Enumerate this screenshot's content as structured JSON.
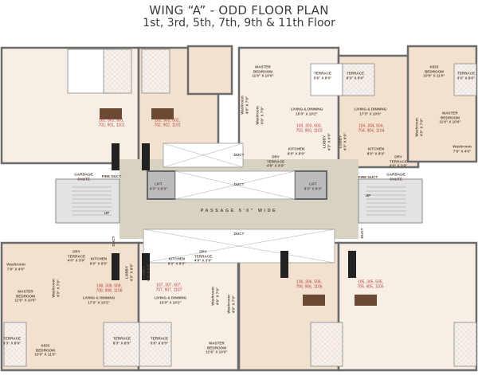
{
  "title": {
    "line1": "WING “A” - ODD FLOOR PLAN",
    "line2": "1st, 3rd, 5th, 7th, 9th & 11th Floor"
  },
  "colors": {
    "unit_fill": "#f4e4d4",
    "unit_fill_light": "#f8efe6",
    "wall": "#6b6b6b",
    "core_fill": "#d8d2c2",
    "unit_number": "#b5403a"
  },
  "labels": [
    {
      "name": "unit-numbers-101",
      "kind": "unit",
      "lines": [
        "101, 301, 501,",
        "701, 901, 1101"
      ]
    },
    {
      "name": "unit-numbers-102",
      "kind": "unit",
      "lines": [
        "102, 302, 502,",
        "702, 902, 1102"
      ]
    },
    {
      "name": "master-bedroom-label",
      "kind": "room",
      "lines": [
        "MASTER",
        "BEDROOM",
        "11'6\" X 10'0\""
      ]
    },
    {
      "name": "washroom-label",
      "kind": "vert",
      "lines": [
        "Washroom",
        "4'0\" X 7'0\""
      ]
    },
    {
      "name": "washroom-label",
      "kind": "vert",
      "lines": [
        "Washroom",
        "4'0\" X 7'0\""
      ]
    },
    {
      "name": "terrace-label",
      "kind": "room",
      "lines": [
        "TERRACE",
        "5'6\" X 8'0\""
      ]
    },
    {
      "name": "terrace-label",
      "kind": "room",
      "lines": [
        "TERRACE",
        "8'3\" X 8'0\""
      ]
    },
    {
      "name": "living-dinning-label",
      "kind": "room",
      "lines": [
        "LIVING & DINNING",
        "15'0\" X 10'2\""
      ]
    },
    {
      "name": "unit-numbers-103",
      "kind": "unit",
      "lines": [
        "103, 303, 503,",
        "703, 903, 1103"
      ]
    },
    {
      "name": "living-dinning-label",
      "kind": "room",
      "lines": [
        "LIVING & DINNING",
        "17'3\" X 10'0\""
      ]
    },
    {
      "name": "unit-numbers-104",
      "kind": "unit",
      "lines": [
        "104, 304, 504,",
        "704, 904, 1104"
      ]
    },
    {
      "name": "lobby-label",
      "kind": "vert",
      "lines": [
        "LOBBY",
        "4'3\" X 6'0\""
      ]
    },
    {
      "name": "lobby-label",
      "kind": "vert",
      "lines": [
        "LOBBY",
        "4'3\" X 6'0\""
      ]
    },
    {
      "name": "kids-bedroom-label",
      "kind": "room",
      "lines": [
        "KIDS",
        "BEDROOM",
        "10'0\" X 11'0\""
      ]
    },
    {
      "name": "terrace-label",
      "kind": "room",
      "lines": [
        "TERRACE",
        "3'3\" X 8'0\""
      ]
    },
    {
      "name": "master-bedroom-label",
      "kind": "room",
      "lines": [
        "MASTER",
        "BEDROOM",
        "11'6\" X 10'6\""
      ]
    },
    {
      "name": "washroom-label",
      "kind": "vert",
      "lines": [
        "Washroom",
        "4'3\" X 7'0\""
      ]
    },
    {
      "name": "washroom-label",
      "kind": "room",
      "lines": [
        "Washroom",
        "7'9\" X 4'0\""
      ]
    },
    {
      "name": "kitchen-label",
      "kind": "room",
      "lines": [
        "KITCHEN",
        "8'0\" X 8'0\""
      ]
    },
    {
      "name": "kitchen-label",
      "kind": "room",
      "lines": [
        "KITCHEN",
        "8'0\" X 8'0\""
      ]
    },
    {
      "name": "dry-terrace-label",
      "kind": "room",
      "lines": [
        "DRY",
        "TERRACE",
        "4'8\" X 3'9\""
      ]
    },
    {
      "name": "dry-terrace-label",
      "kind": "room",
      "lines": [
        "DRY",
        "TERRACE",
        "4'0\" X 3'9\""
      ]
    },
    {
      "name": "garbage-chute-label",
      "kind": "room",
      "lines": [
        "GARBAGE",
        "CHUTE"
      ]
    },
    {
      "name": "fire-duct-label",
      "kind": "room",
      "lines": [
        "FIRE DUCT"
      ]
    },
    {
      "name": "fire-duct-label",
      "kind": "room",
      "lines": [
        "FIRE DUCT"
      ]
    },
    {
      "name": "garbage-chute-label",
      "kind": "room",
      "lines": [
        "GARBAGE",
        "CHUTE"
      ]
    },
    {
      "name": "lift-label",
      "kind": "room",
      "lines": [
        "LIFT",
        "6'3\" X 6'3\""
      ]
    },
    {
      "name": "lift-label",
      "kind": "room",
      "lines": [
        "LIFT",
        "8'3\" X 6'3\""
      ]
    },
    {
      "name": "duct-label",
      "kind": "room",
      "lines": [
        "DUCT"
      ]
    },
    {
      "name": "duct-label",
      "kind": "room",
      "lines": [
        "DUCT"
      ]
    },
    {
      "name": "stair-up-label",
      "kind": "room",
      "lines": [
        "UP"
      ]
    },
    {
      "name": "stair-up-label",
      "kind": "room",
      "lines": [
        "UP"
      ]
    },
    {
      "name": "passage-label",
      "kind": "passage",
      "lines": [
        "PASSAGE 5'0\" WIDE"
      ]
    },
    {
      "name": "duct-label",
      "kind": "room",
      "lines": [
        "DUCT"
      ]
    },
    {
      "name": "duct-label",
      "kind": "vert",
      "lines": [
        "DUCT"
      ]
    },
    {
      "name": "duct-label",
      "kind": "vert",
      "lines": [
        "DUCT"
      ]
    },
    {
      "name": "dry-terrace-label",
      "kind": "room",
      "lines": [
        "DRY",
        "TERRACE",
        "4'0\" X 3'9\""
      ]
    },
    {
      "name": "kitchen-label",
      "kind": "room",
      "lines": [
        "KITCHEN",
        "8'0\" X 8'0\""
      ]
    },
    {
      "name": "lobby-label",
      "kind": "vert",
      "lines": [
        "LOBBY",
        "4'3\" X 6'0\""
      ]
    },
    {
      "name": "lobby-label",
      "kind": "vert",
      "lines": [
        "LOBBY",
        "4'3\" X 6'0\""
      ]
    },
    {
      "name": "unit-numbers-108",
      "kind": "unit",
      "lines": [
        "108, 308, 508,",
        "708, 908, 1108"
      ]
    },
    {
      "name": "washroom-label",
      "kind": "room",
      "lines": [
        "Washroom",
        "7'9\" X 4'0\""
      ]
    },
    {
      "name": "master-bedroom-label",
      "kind": "room",
      "lines": [
        "MASTER",
        "BEDROOM",
        "11'6\" X 10'6\""
      ]
    },
    {
      "name": "washroom-label",
      "kind": "vert",
      "lines": [
        "Washroom",
        "4'3\" X 7'0\""
      ]
    },
    {
      "name": "living-dinning-label",
      "kind": "room",
      "lines": [
        "LIVING & DINNING",
        "17'3\" X 10'2\""
      ]
    },
    {
      "name": "unit-numbers-107",
      "kind": "unit",
      "lines": [
        "107, 307, 507,",
        "707, 907, 1107"
      ]
    },
    {
      "name": "living-dinning-label",
      "kind": "room",
      "lines": [
        "LIVING & DINNING",
        "15'0\" X 10'2\""
      ]
    },
    {
      "name": "kitchen-label",
      "kind": "room",
      "lines": [
        "KITCHEN",
        "8'0\" X 8'0\""
      ]
    },
    {
      "name": "dry-terrace-label",
      "kind": "room",
      "lines": [
        "DRY",
        "TERRACE",
        "4'0\" X 3'9\""
      ]
    },
    {
      "name": "washroom-label",
      "kind": "vert",
      "lines": [
        "Washroom",
        "4'0\" X 7'0\""
      ]
    },
    {
      "name": "washroom-label",
      "kind": "vert",
      "lines": [
        "Washroom",
        "4'0\" X 7'0\""
      ]
    },
    {
      "name": "terrace-label",
      "kind": "room",
      "lines": [
        "TERRACE",
        "3'3\" X 8'0\""
      ]
    },
    {
      "name": "kids-bedroom-label",
      "kind": "room",
      "lines": [
        "KIDS",
        "BEDROOM",
        "10'0\" X 11'0\""
      ]
    },
    {
      "name": "terrace-label",
      "kind": "room",
      "lines": [
        "TERRACE",
        "8'3\" X 8'0\""
      ]
    },
    {
      "name": "terrace-label",
      "kind": "room",
      "lines": [
        "TERRACE",
        "5'6\" X 8'0\""
      ]
    },
    {
      "name": "master-bedroom-label",
      "kind": "room",
      "lines": [
        "MASTER",
        "BEDROOM",
        "11'6\" X 10'0\""
      ]
    },
    {
      "name": "unit-numbers-106",
      "kind": "unit",
      "lines": [
        "106, 306, 506,",
        "706, 906, 1106"
      ]
    },
    {
      "name": "unit-numbers-105",
      "kind": "unit",
      "lines": [
        "105, 305, 505,",
        "705, 905, 1105"
      ]
    }
  ]
}
